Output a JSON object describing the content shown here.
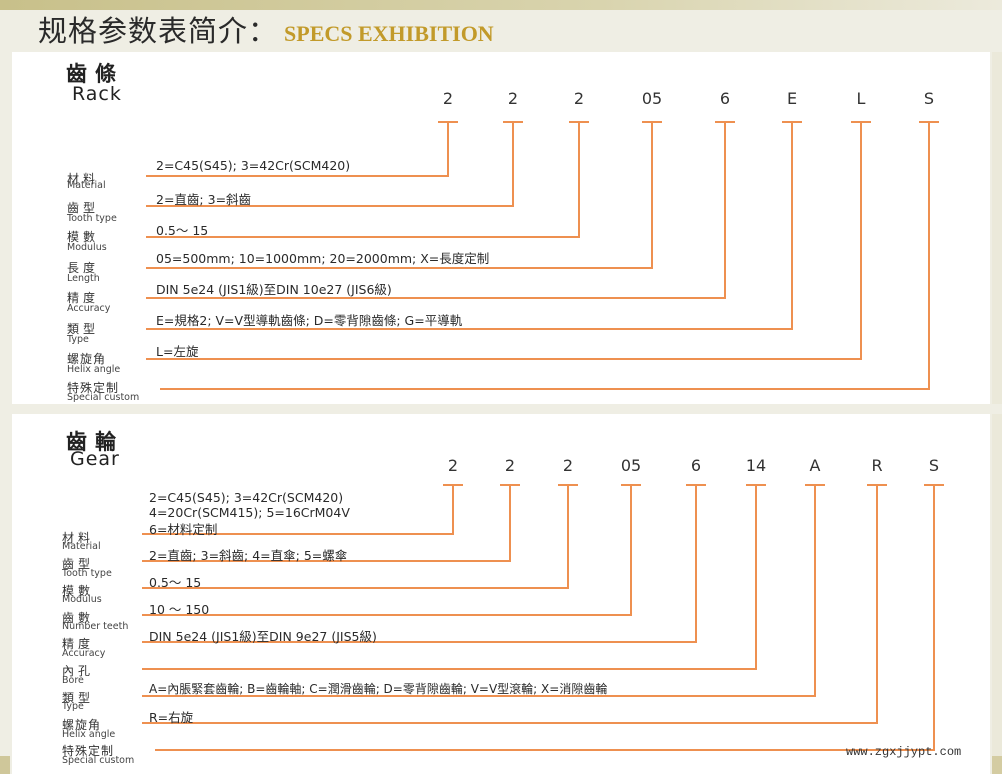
{
  "header": {
    "title_cn": "规格参数表简介：",
    "title_en": "SPECS EXHIBITION"
  },
  "rack": {
    "title_cn": "齒條",
    "title_en": "Rack",
    "codes": [
      "2",
      "2",
      "2",
      "05",
      "6",
      "E",
      "L",
      "S"
    ],
    "rows": [
      {
        "label_cn": "材料",
        "label_en": "Material",
        "desc": "2=C45(S45); 3=42Cr(SCM420)"
      },
      {
        "label_cn": "齒型",
        "label_en": "Tooth type",
        "desc": "2=直齒; 3=斜齒"
      },
      {
        "label_cn": "模數",
        "label_en": "Modulus",
        "desc": "0.5～ 15"
      },
      {
        "label_cn": "長度",
        "label_en": "Length",
        "desc": "05=500mm; 10=1000mm; 20=2000mm; X=長度定制"
      },
      {
        "label_cn": "精度",
        "label_en": "Accuracy",
        "desc": "DIN 5e24 (JIS1級)至DIN 10e27 (JIS6級)"
      },
      {
        "label_cn": "類型",
        "label_en": "Type",
        "desc": "E=規格2; V=V型導軌齒條; D=零背隙齒條; G=平導軌"
      },
      {
        "label_cn": "螺旋角",
        "label_en": "Helix angle",
        "desc": "L=左旋"
      },
      {
        "label_cn": "特殊定制",
        "label_en": "Special custom",
        "desc": ""
      }
    ]
  },
  "gear": {
    "title_cn": "齒輪",
    "title_en": "Gear",
    "codes": [
      "2",
      "2",
      "2",
      "05",
      "6",
      "14",
      "A",
      "R",
      "S"
    ],
    "rows": [
      {
        "label_cn": "材料",
        "label_en": "Material",
        "desc_lines": [
          "2=C45(S45);   3=42Cr(SCM420)",
          "4=20Cr(SCM415);  5=16CrM04V",
          "6=材料定制"
        ]
      },
      {
        "label_cn": "齒型",
        "label_en": "Tooth type",
        "desc": "2=直齒; 3=斜齒; 4=直傘; 5=螺傘"
      },
      {
        "label_cn": "模數",
        "label_en": "Modulus",
        "desc": "0.5～ 15"
      },
      {
        "label_cn": "齒數",
        "label_en": "Number teeth",
        "desc": "10 ～ 150"
      },
      {
        "label_cn": "精度",
        "label_en": "Accuracy",
        "desc": "DIN 5e24 (JIS1級)至DIN 9e27 (JIS5級)"
      },
      {
        "label_cn": "內孔",
        "label_en": "Bore",
        "desc": ""
      },
      {
        "label_cn": "類型",
        "label_en": "Type",
        "desc": "A=內脹緊套齒輪; B=齒輪軸; C=潤滑齒輪; D=零背隙齒輪; V=V型滾輪; X=消隙齒輪"
      },
      {
        "label_cn": "螺旋角",
        "label_en": "Helix angle",
        "desc": "R=右旋"
      },
      {
        "label_cn": "特殊定制",
        "label_en": "Special custom",
        "desc": ""
      }
    ]
  },
  "footer": {
    "url": "www.zgxjjypt.com"
  },
  "colors": {
    "line": "#ee9050",
    "title_en": "#c29a2a",
    "background": "#efeee4"
  }
}
